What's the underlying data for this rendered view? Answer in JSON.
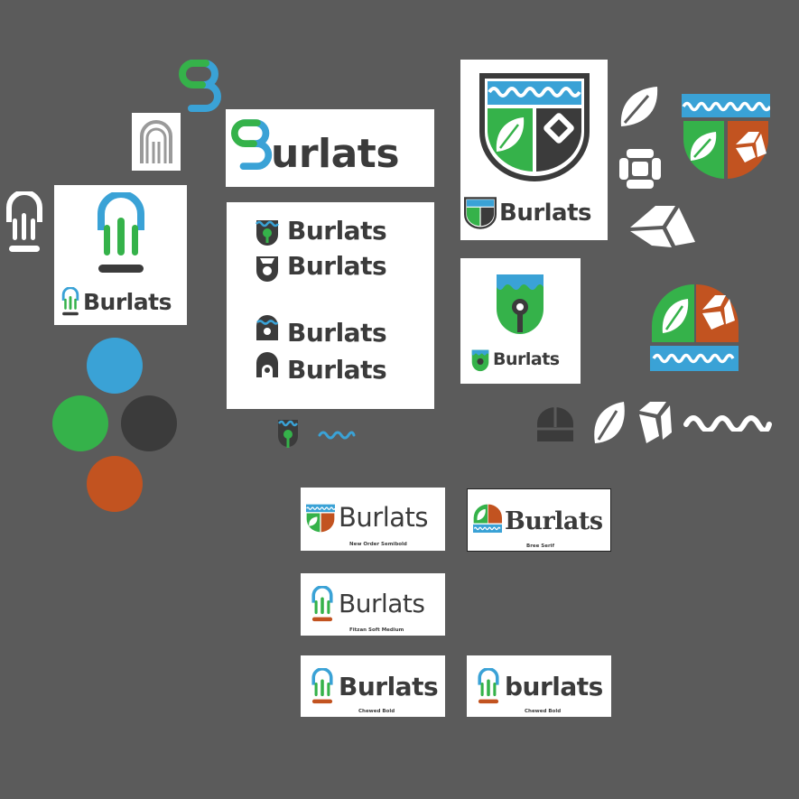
{
  "brand": {
    "name": "Burlats",
    "name_lower": "burlats"
  },
  "colors": {
    "background": "#5b5b5b",
    "blue": "#3aa2d6",
    "green": "#35b24a",
    "dark": "#3b3b3b",
    "orange": "#c25320",
    "white": "#ffffff",
    "arch_gray": "#9a9a9a"
  },
  "swatches": [
    {
      "name": "blue",
      "color": "#3aa2d6"
    },
    {
      "name": "green",
      "color": "#35b24a"
    },
    {
      "name": "dark-gray",
      "color": "#3b3b3b"
    },
    {
      "name": "orange",
      "color": "#c25320"
    }
  ],
  "font_samples": [
    {
      "wordmark": "Burlats",
      "caption": "New Order Semibold"
    },
    {
      "wordmark": "Burlats",
      "caption": "Bree Serif"
    },
    {
      "wordmark": "Burlats",
      "caption": "Fitzan Soft Medium"
    },
    {
      "wordmark": "Burlats",
      "caption": "Chewed Bold"
    },
    {
      "wordmark": "burlats",
      "caption": "Chewed Bold"
    }
  ],
  "icons": [
    "b-monogram-icon",
    "arch-window-icon",
    "pillar-arch-icon",
    "shield-crest-icon",
    "leaf-icon",
    "stone-cube-icon",
    "stone-block-icon",
    "wave-icon",
    "dome-icon",
    "tree-icon"
  ]
}
